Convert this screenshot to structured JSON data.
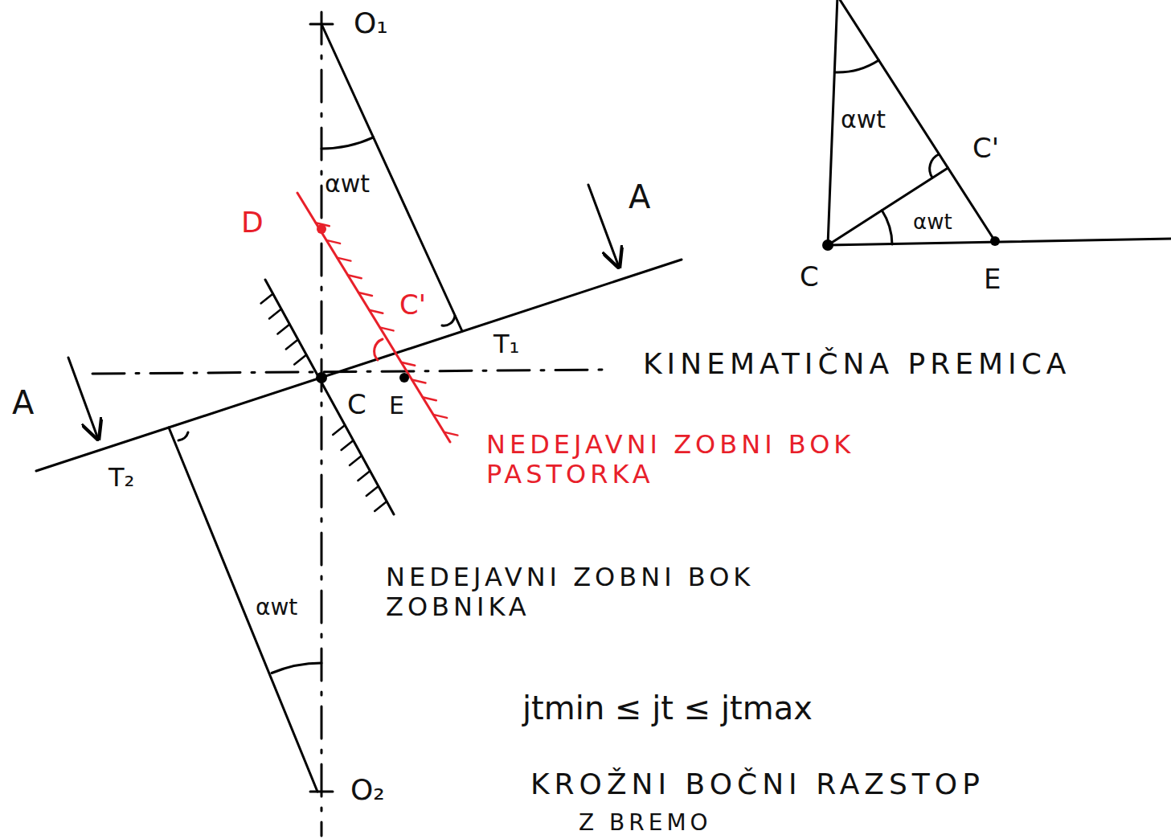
{
  "diagram": {
    "labels": [
      "O₁",
      "αwt",
      "A",
      "D",
      "C'",
      "T₁",
      "KINEMATIČNA PREMICA",
      "A",
      "C",
      "E",
      "NEDEJAVNI ZOBNI BOK PASTORKA",
      "T₂",
      "NEDEJAVNI ZOBNI BOK ZOBNIKA",
      "αwt",
      "jtmin ≤ jt ≤ jtmax",
      "O₂",
      "KROŽNI BOČNI RAZSTOP",
      "Z BREMO",
      "αwt",
      "C'",
      "αwt",
      "C",
      "E"
    ]
  }
}
